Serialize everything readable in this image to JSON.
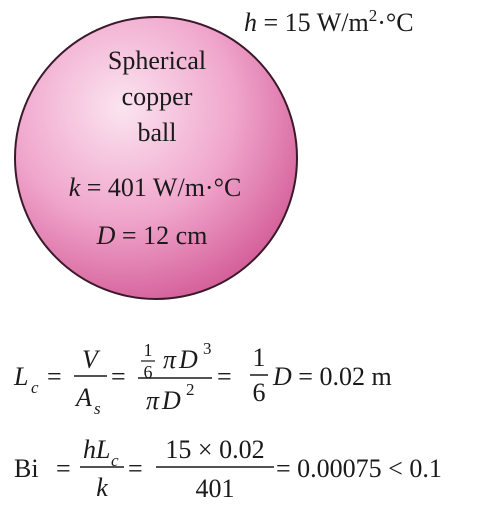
{
  "colors": {
    "ball_highlight": "#fbe4f0",
    "ball_mid": "#f0a6cc",
    "ball_edge": "#d45e99",
    "ball_outline": "#3a1a2a",
    "text": "#1a1a1a"
  },
  "convection": {
    "h_var": "h",
    "h_eq": " = 15 W/m",
    "h_exp": "2",
    "h_tail": "·°C"
  },
  "ball": {
    "label_line1": "Spherical",
    "label_line2": "copper",
    "label_line3": "ball",
    "k_var": "k",
    "k_eq": " = 401 W/m·°C",
    "d_var": "D",
    "d_eq": " = 12 cm"
  },
  "eq1": {
    "lhs_var": "L",
    "lhs_sub": "c",
    "eq_sign": "=",
    "frac1_num": "V",
    "frac1_den_var": "A",
    "frac1_den_sub": "s",
    "frac2_num_coef_num": "1",
    "frac2_num_coef_den": "6",
    "frac2_num_pi": "π",
    "frac2_num_var": "D",
    "frac2_num_exp": "3",
    "frac2_den_pi": "π",
    "frac2_den_var": "D",
    "frac2_den_exp": "2",
    "frac3_num": "1",
    "frac3_den": "6",
    "result_var": "D",
    "result_eq": " = 0.02 m"
  },
  "eq2": {
    "lhs": "Bi",
    "eq_sign": "=",
    "frac1_num_h": "h",
    "frac1_num_l": "L",
    "frac1_num_sub": "c",
    "frac1_den": "k",
    "frac2_num": "15 × 0.02",
    "frac2_den": "401",
    "result": " = 0.00075 < 0.1"
  }
}
